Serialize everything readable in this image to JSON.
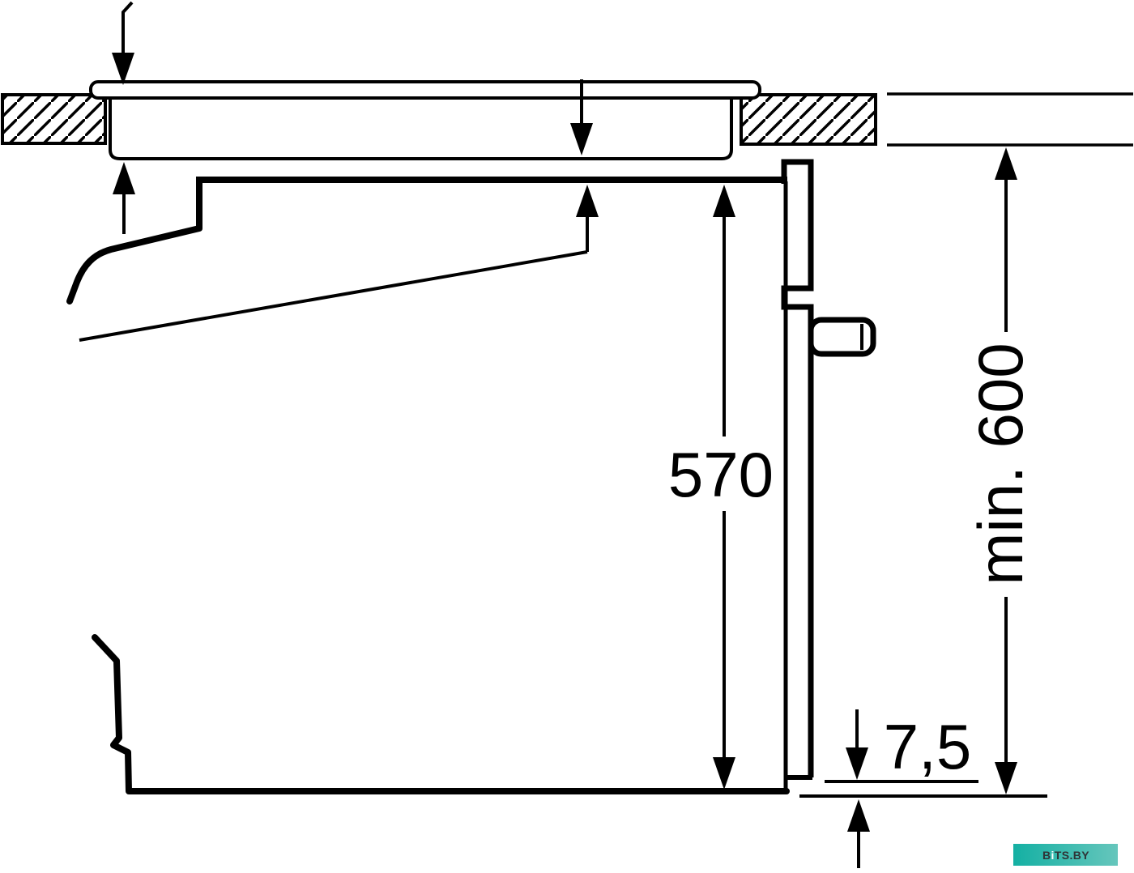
{
  "colors": {
    "ink": "#000000",
    "background": "#ffffff",
    "watermark_teal_left": "#14b0a3",
    "watermark_teal_right": "#66c6bc",
    "watermark_text_dark": "#2f3437",
    "watermark_text_light": "#ffffff"
  },
  "dimensions": {
    "oven_compartment_height": "570",
    "bottom_clearance": "7,5",
    "min_niche_height": "min. 600"
  },
  "watermark": {
    "part_b": "B",
    "part_i": "i",
    "part_rest": "TS.BY"
  }
}
